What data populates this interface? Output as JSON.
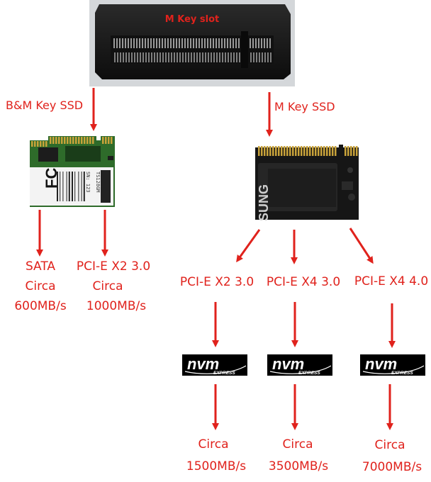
{
  "colors": {
    "accent": "#e0221c",
    "pcb_green": "#2e6b2a",
    "pcb_black": "#1a1a1a",
    "gold": "#c9a33a"
  },
  "slot": {
    "title": "M Key slot"
  },
  "bm": {
    "title": "B&M Key SSD",
    "chip_text_1": "TS128GM",
    "chip_text_2": "SN: 123",
    "logo_text": "FC",
    "branches": [
      {
        "lines": [
          "SATA",
          "Circa",
          "600MB/s"
        ]
      },
      {
        "lines": [
          "PCI-E X2 3.0",
          "Circa",
          "1000MB/s"
        ]
      }
    ]
  },
  "m": {
    "title": "M Key SSD",
    "brand_text": "SUNG",
    "branches": [
      {
        "interface": "PCI-E X2 3.0",
        "logo": "nvm",
        "logo_sub": "EXPRESS",
        "circa": "Circa",
        "speed": "1500MB/s"
      },
      {
        "interface": "PCI-E X4 3.0",
        "logo": "nvm",
        "logo_sub": "EXPRESS",
        "circa": "Circa",
        "speed": "3500MB/s"
      },
      {
        "interface": "PCI-E X4 4.0",
        "logo": "nvm",
        "logo_sub": "EXPRESS",
        "circa": "Circa",
        "speed": "7000MB/s"
      }
    ]
  }
}
